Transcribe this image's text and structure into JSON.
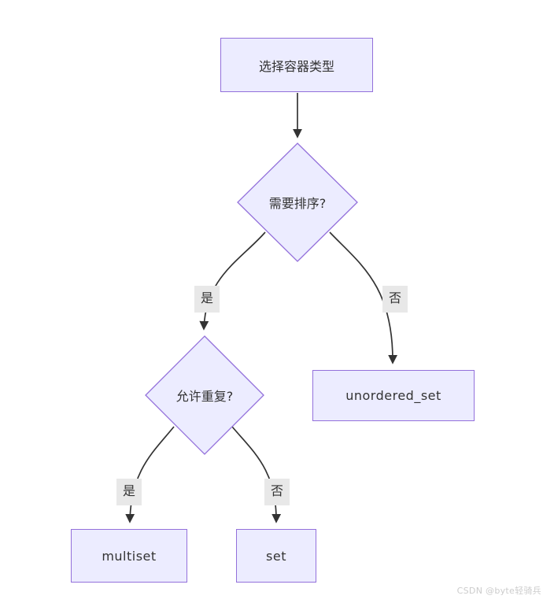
{
  "diagram": {
    "type": "flowchart",
    "direction": "top-down",
    "title_semantic": "C++ set-container selection decision tree",
    "colors": {
      "node_fill": "#ECECFF",
      "node_border": "#9370DB",
      "edge_stroke": "#333333",
      "edge_label_bg": "#e8e8e8",
      "text": "#333333",
      "background": "#ffffff"
    },
    "nodes": {
      "start": {
        "label": "选择容器类型",
        "shape": "rect"
      },
      "need_sort": {
        "label": "需要排序?",
        "shape": "diamond"
      },
      "allow_dup": {
        "label": "允许重复?",
        "shape": "diamond"
      },
      "unordered_set": {
        "label": "unordered_set",
        "shape": "rect"
      },
      "multiset": {
        "label": "multiset",
        "shape": "rect"
      },
      "set": {
        "label": "set",
        "shape": "rect"
      }
    },
    "edges": [
      {
        "from": "start",
        "to": "need_sort",
        "label": ""
      },
      {
        "from": "need_sort",
        "to": "allow_dup",
        "label": "是"
      },
      {
        "from": "need_sort",
        "to": "unordered_set",
        "label": "否"
      },
      {
        "from": "allow_dup",
        "to": "multiset",
        "label": "是"
      },
      {
        "from": "allow_dup",
        "to": "set",
        "label": "否"
      }
    ]
  },
  "watermark": "CSDN @byte轻骑兵"
}
